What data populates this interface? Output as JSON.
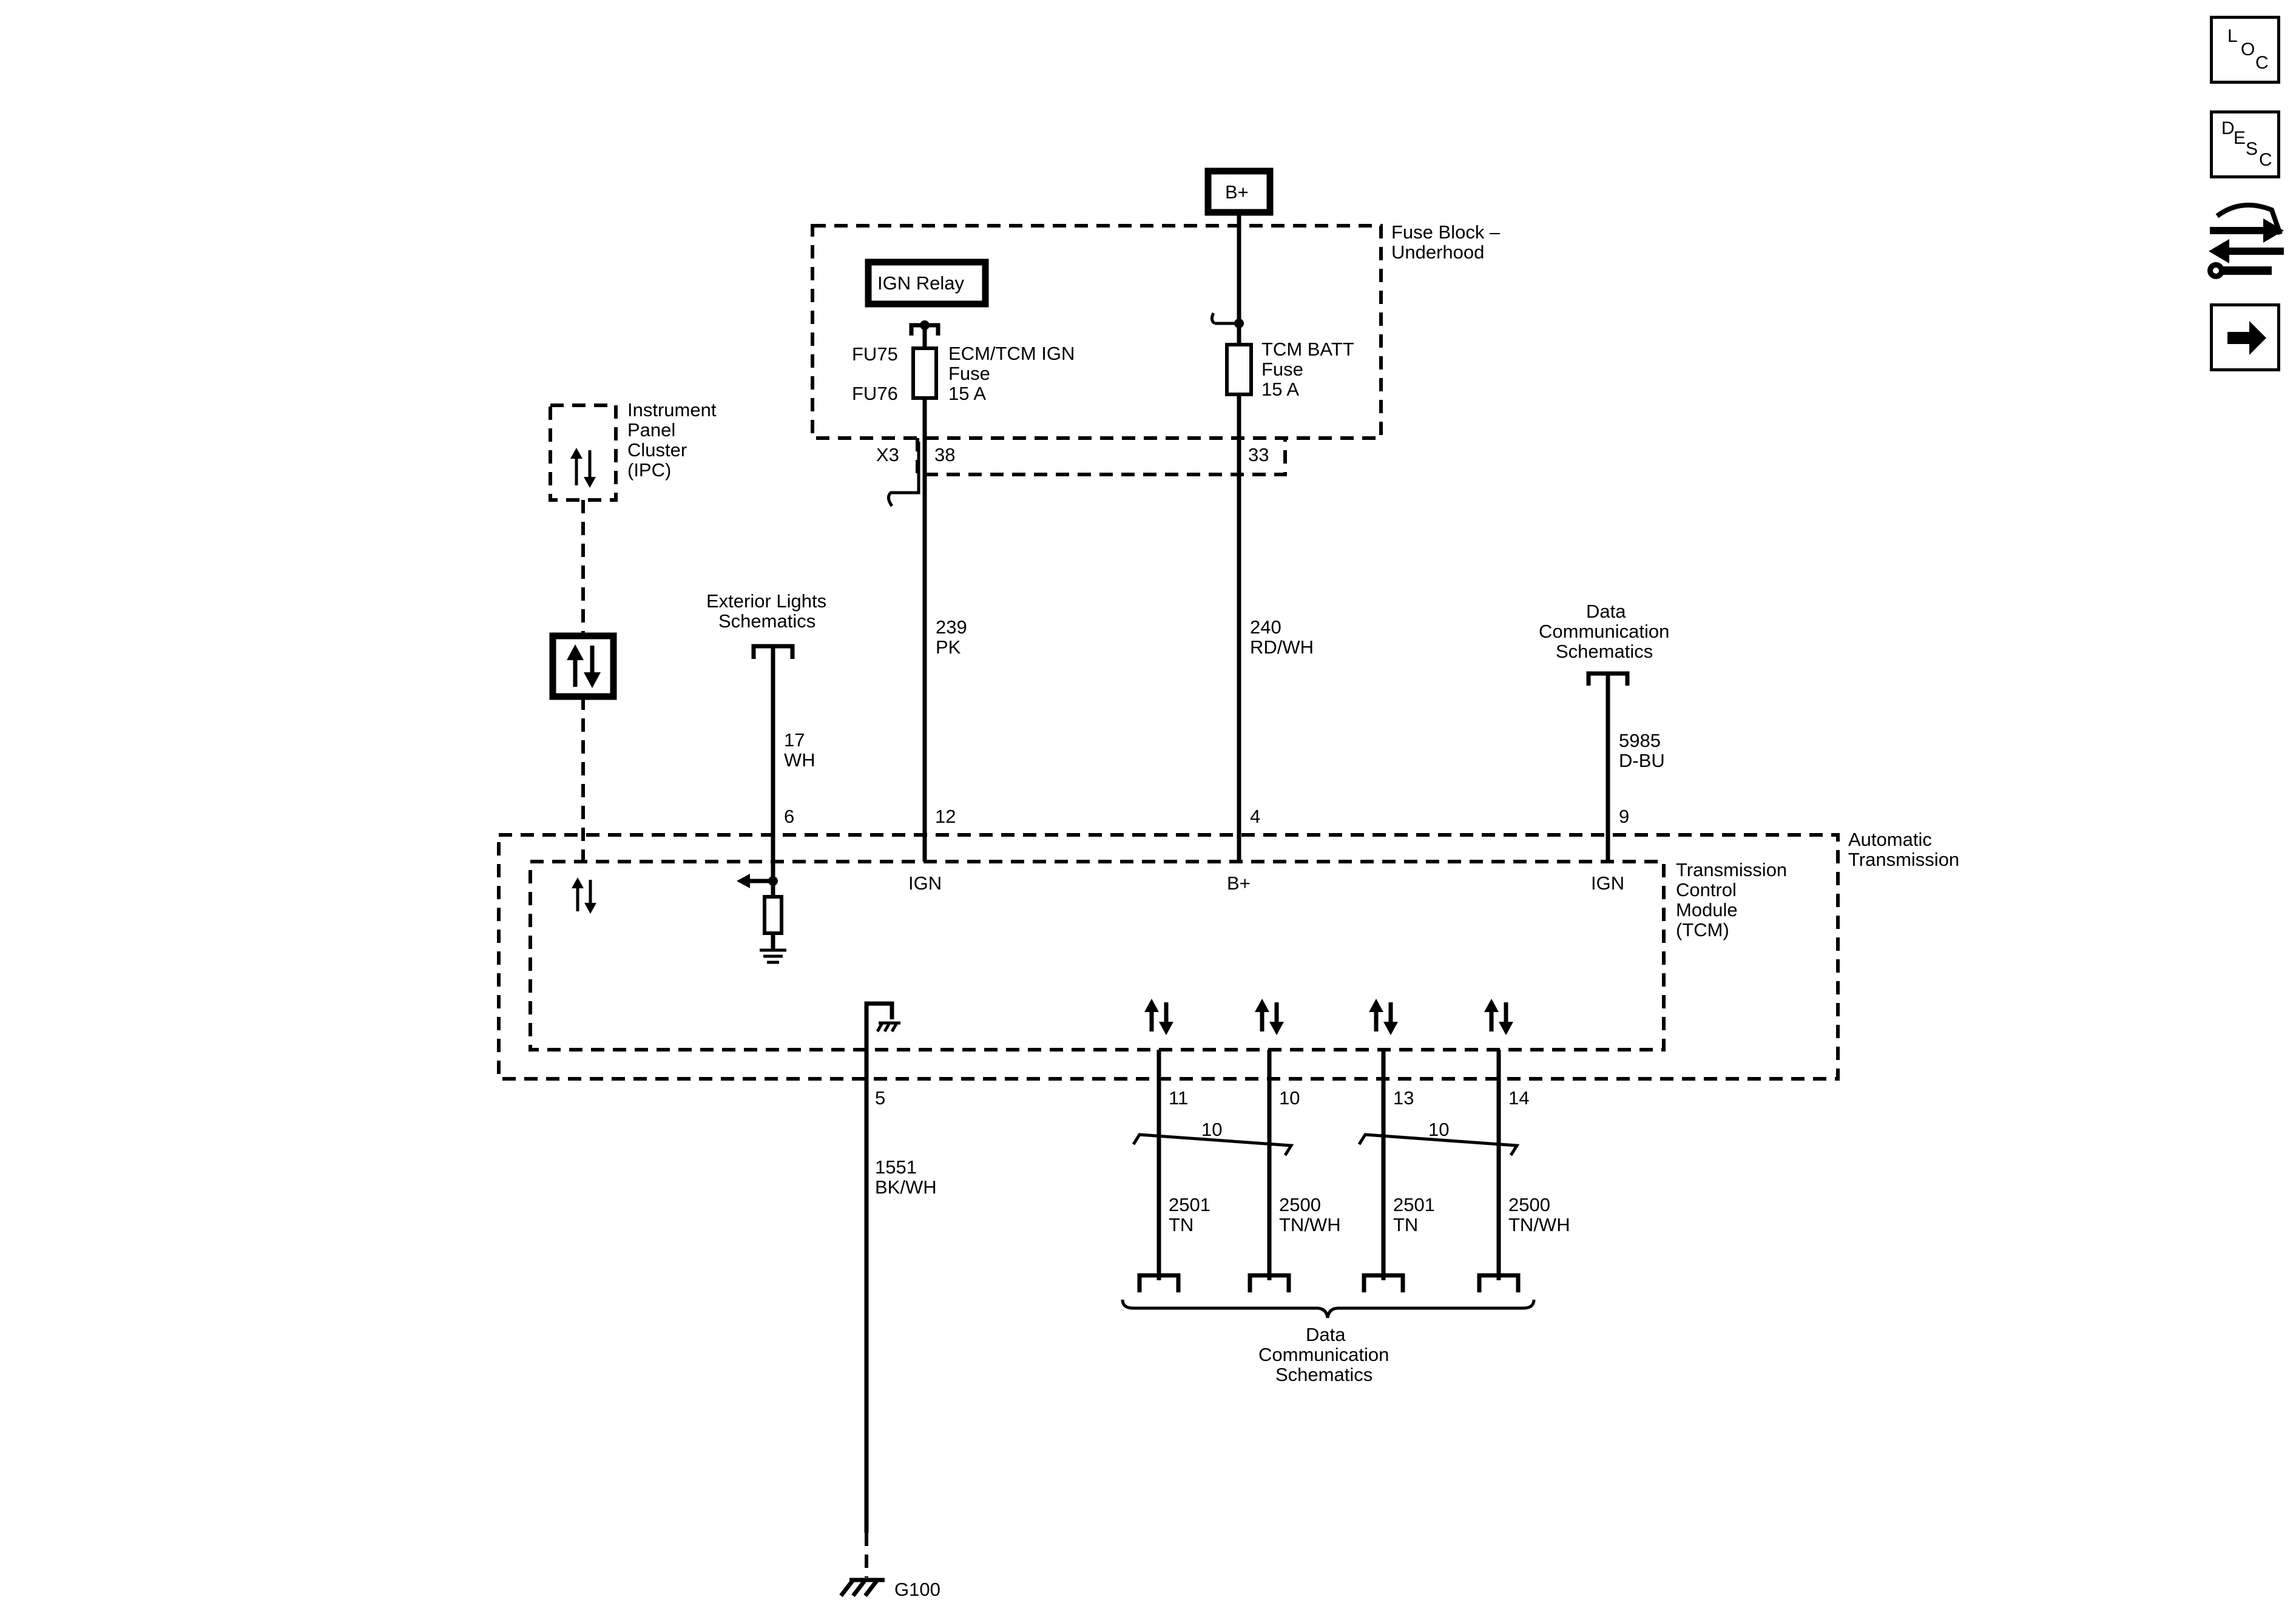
{
  "power": {
    "b_plus": "B+"
  },
  "fuse_block": {
    "label_line1": "Fuse Block –",
    "label_line2": "Underhood",
    "ign_relay": "IGN Relay",
    "fu75": "FU75",
    "fu76": "FU76",
    "ecm_fuse_line1": "ECM/TCM IGN",
    "ecm_fuse_line2": "Fuse",
    "ecm_fuse_line3": "15 A",
    "tcm_fuse_line1": "TCM BATT",
    "tcm_fuse_line2": "Fuse",
    "tcm_fuse_line3": "15 A",
    "connector": "X3",
    "pin_ign": "38",
    "pin_batt": "33"
  },
  "ipc": {
    "line1": "Instrument",
    "line2": "Panel",
    "line3": "Cluster",
    "line4": "(IPC)"
  },
  "exterior_lights": {
    "line1": "Exterior Lights",
    "line2": "Schematics"
  },
  "data_comm_top": {
    "line1": "Data",
    "line2": "Communication",
    "line3": "Schematics"
  },
  "data_comm_bottom": {
    "line1": "Data",
    "line2": "Communication",
    "line3": "Schematics"
  },
  "wires": {
    "ign": {
      "circuit": "239",
      "color": "PK"
    },
    "batt": {
      "circuit": "240",
      "color": "RD/WH"
    },
    "lights": {
      "circuit": "17",
      "color": "WH"
    },
    "data": {
      "circuit": "5985",
      "color": "D-BU"
    },
    "ground": {
      "circuit": "1551",
      "color": "BK/WH"
    },
    "can1_low": {
      "circuit": "2501",
      "color": "TN"
    },
    "can1_high": {
      "circuit": "2500",
      "color": "TN/WH"
    },
    "can2_low": {
      "circuit": "2501",
      "color": "TN"
    },
    "can2_high": {
      "circuit": "2500",
      "color": "TN/WH"
    },
    "twist1": "10",
    "twist2": "10"
  },
  "tcm": {
    "pin_lights": "6",
    "pin_ign": "12",
    "pin_batt": "4",
    "pin_data": "9",
    "pin_ground": "5",
    "pin_11": "11",
    "pin_10": "10",
    "pin_13": "13",
    "pin_14": "14",
    "label_ign1": "IGN",
    "label_bplus": "B+",
    "label_ign2": "IGN",
    "line1": "Transmission",
    "line2": "Control",
    "line3": "Module",
    "line4": "(TCM)"
  },
  "automatic_transmission": {
    "line1": "Automatic",
    "line2": "Transmission"
  },
  "ground": {
    "label": "G100"
  },
  "nav": {
    "loc": {
      "l1": "L",
      "l2": "O",
      "l3": "C"
    },
    "desc": {
      "l1": "D",
      "l2": "E",
      "l3": "S",
      "l4": "C"
    }
  }
}
